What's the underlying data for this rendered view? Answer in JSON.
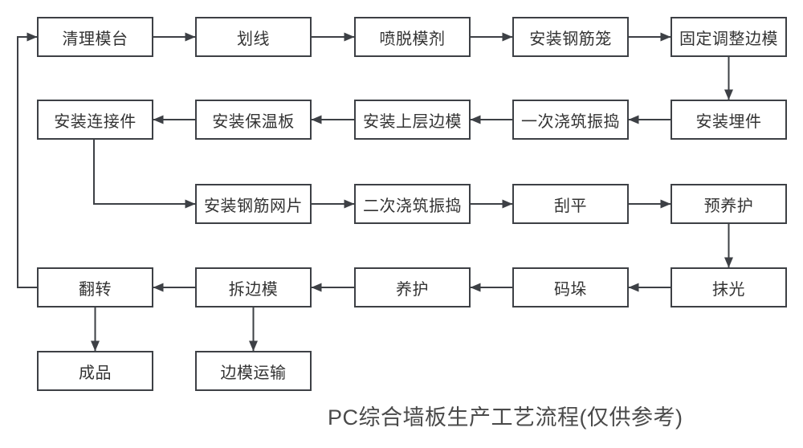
{
  "title": "PC综合墙板生产工艺流程(仅供参考)",
  "colors": {
    "background": "#ffffff",
    "line": "#3d4045",
    "box_border": "#3d4045",
    "box_fill": "#ffffff",
    "node_text": "#333333",
    "title_text": "#4a4a4a"
  },
  "flow": {
    "nodes": [
      {
        "id": "clean-mold-table",
        "label": "清理模台"
      },
      {
        "id": "marking",
        "label": "划线"
      },
      {
        "id": "spray-release-agent",
        "label": "喷脱模剂"
      },
      {
        "id": "install-rebar-cage",
        "label": "安装钢筋笼"
      },
      {
        "id": "fix-adjust-side-forms",
        "label": "固定调整边模"
      },
      {
        "id": "install-embedded-parts",
        "label": "安装埋件"
      },
      {
        "id": "first-pour-vibrate",
        "label": "一次浇筑振捣"
      },
      {
        "id": "install-upper-side-forms",
        "label": "安装上层边模"
      },
      {
        "id": "install-insulation-board",
        "label": "安装保温板"
      },
      {
        "id": "install-connectors",
        "label": "安装连接件"
      },
      {
        "id": "install-rebar-mesh",
        "label": "安装钢筋网片"
      },
      {
        "id": "second-pour-vibrate",
        "label": "二次浇筑振捣"
      },
      {
        "id": "screed",
        "label": "刮平"
      },
      {
        "id": "pre-curing",
        "label": "预养护"
      },
      {
        "id": "trowel-finish",
        "label": "抹光"
      },
      {
        "id": "stacking",
        "label": "码垛"
      },
      {
        "id": "curing",
        "label": "养护"
      },
      {
        "id": "remove-side-forms",
        "label": "拆边模"
      },
      {
        "id": "flip",
        "label": "翻转"
      },
      {
        "id": "finished-product",
        "label": "成品"
      },
      {
        "id": "side-form-transport",
        "label": "边模运输"
      }
    ],
    "edges": [
      {
        "from": "清理模台",
        "to": "划线"
      },
      {
        "from": "划线",
        "to": "喷脱模剂"
      },
      {
        "from": "喷脱模剂",
        "to": "安装钢筋笼"
      },
      {
        "from": "安装钢筋笼",
        "to": "固定调整边模"
      },
      {
        "from": "固定调整边模",
        "to": "安装埋件"
      },
      {
        "from": "安装埋件",
        "to": "一次浇筑振捣"
      },
      {
        "from": "一次浇筑振捣",
        "to": "安装上层边模"
      },
      {
        "from": "安装上层边模",
        "to": "安装保温板"
      },
      {
        "from": "安装保温板",
        "to": "安装连接件"
      },
      {
        "from": "安装连接件",
        "to": "安装钢筋网片"
      },
      {
        "from": "安装钢筋网片",
        "to": "二次浇筑振捣"
      },
      {
        "from": "二次浇筑振捣",
        "to": "刮平"
      },
      {
        "from": "刮平",
        "to": "预养护"
      },
      {
        "from": "预养护",
        "to": "抹光"
      },
      {
        "from": "抹光",
        "to": "码垛"
      },
      {
        "from": "码垛",
        "to": "养护"
      },
      {
        "from": "养护",
        "to": "拆边模"
      },
      {
        "from": "拆边模",
        "to": "翻转"
      },
      {
        "from": "翻转",
        "to": "成品"
      },
      {
        "from": "拆边模",
        "to": "边模运输"
      },
      {
        "from": "翻转",
        "to": "清理模台"
      }
    ]
  }
}
